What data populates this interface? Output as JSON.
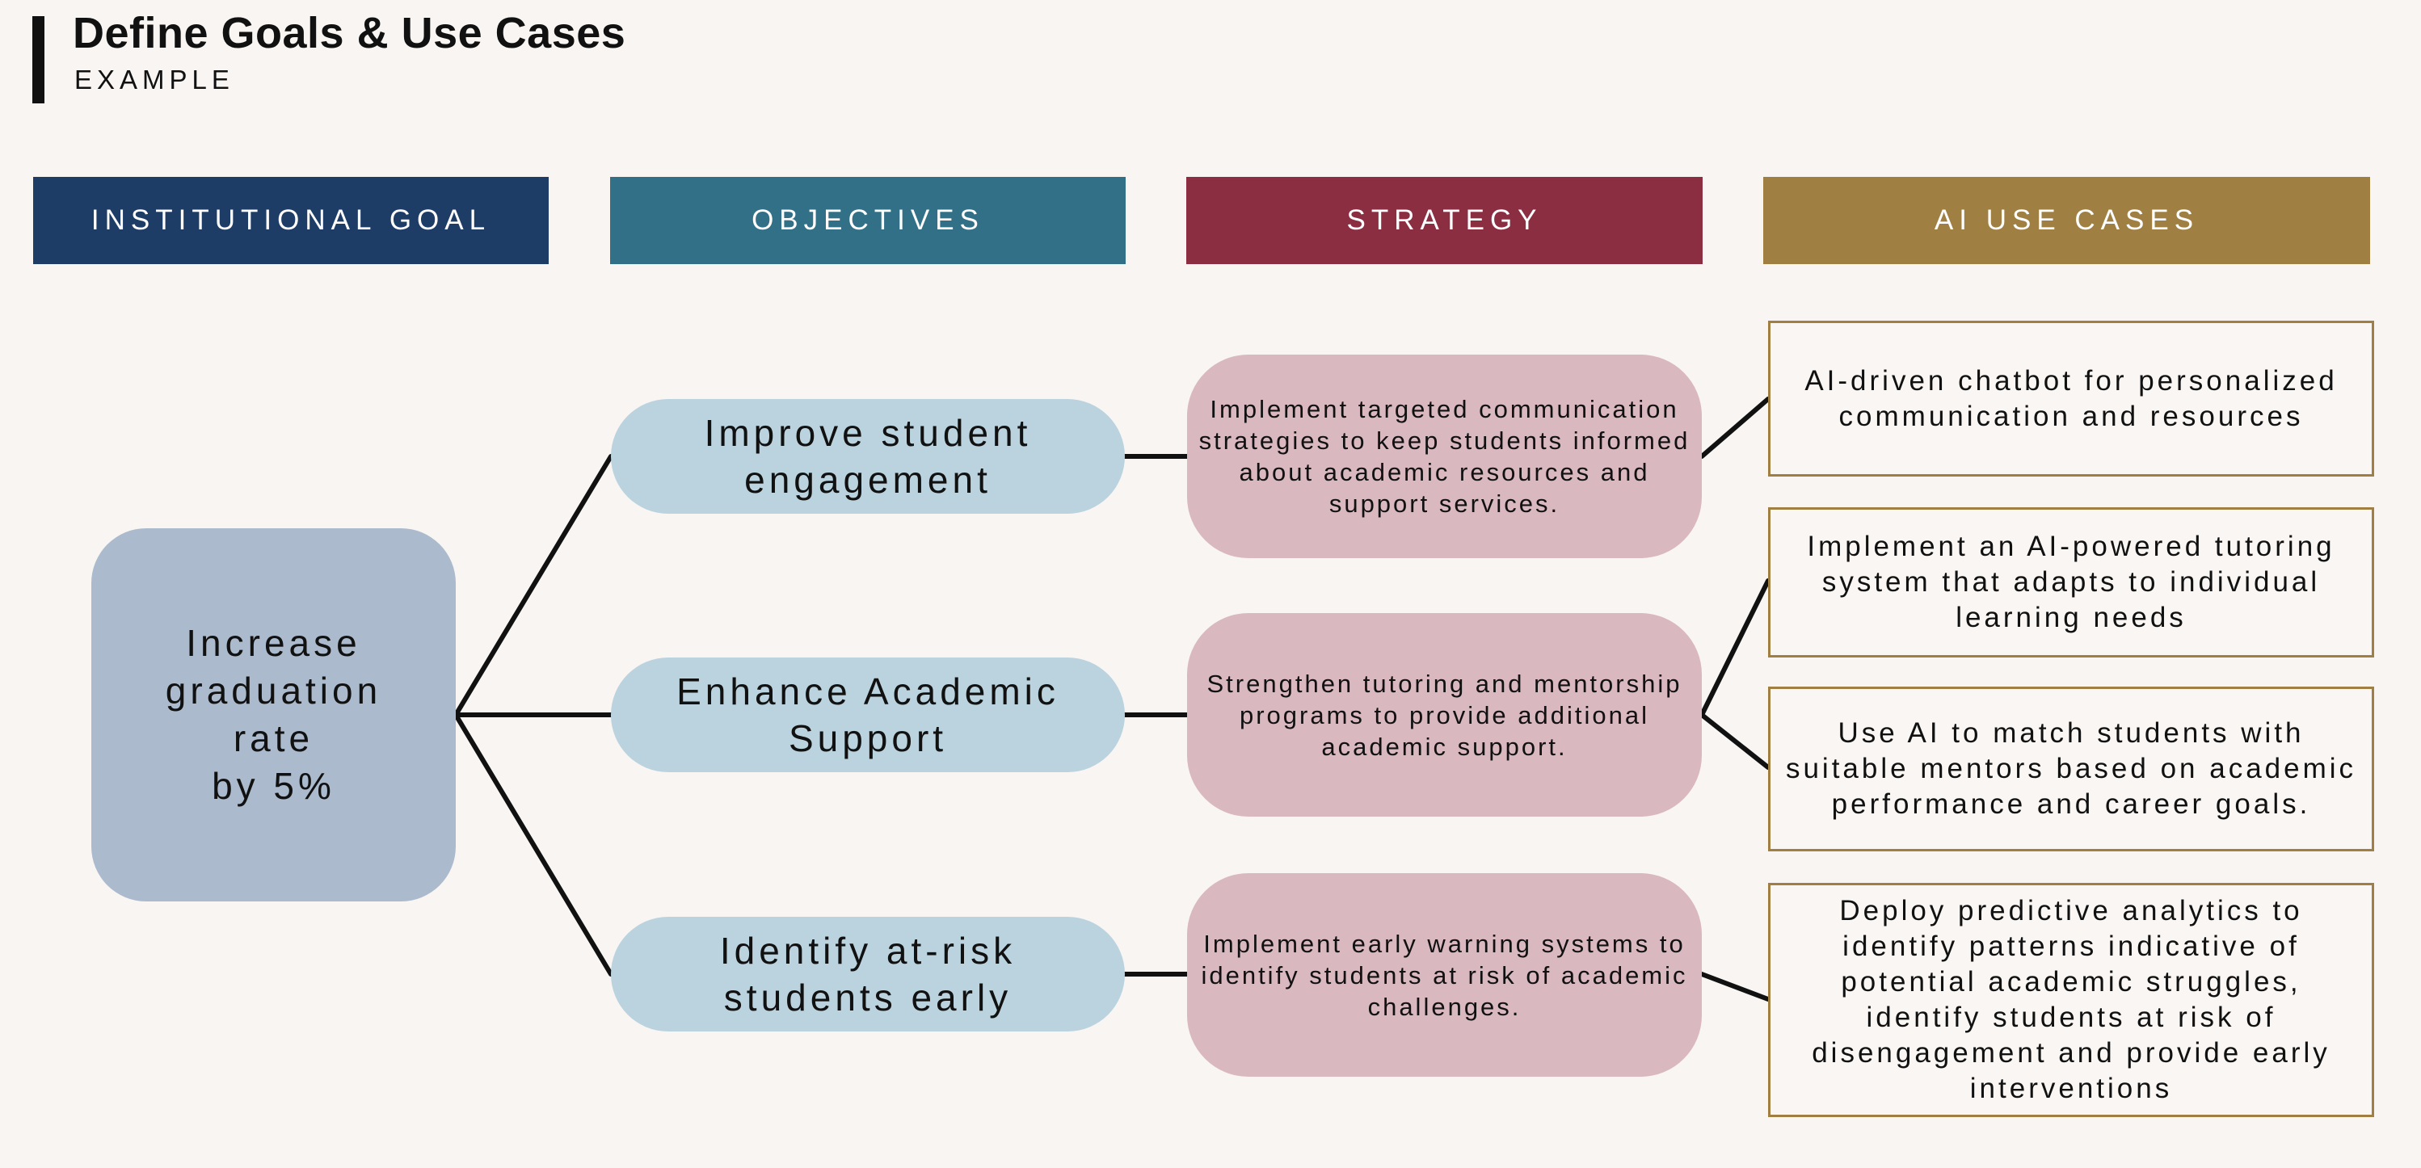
{
  "title": "Define Goals & Use Cases",
  "subtitle": "EXAMPLE",
  "colors": {
    "goal_header": "#1d3d67",
    "objectives_header": "#317086",
    "strategy_header": "#8b2e42",
    "ai_header": "#a07f42",
    "goal_box": "#abbbcd",
    "objective_box": "#bad3de",
    "strategy_box": "#d9b8c0",
    "use_case_border": "#a17f42",
    "background": "#f8f5f3"
  },
  "headers": {
    "goal": "INSTITUTIONAL GOAL",
    "objectives": "OBJECTIVES",
    "strategy": "STRATEGY",
    "ai_use_cases": "AI USE CASES"
  },
  "goal": "Increase\ngraduation\nrate\nby 5%",
  "objectives": [
    "Improve student engagement",
    "Enhance Academic Support",
    "Identify at-risk students early"
  ],
  "strategies": [
    "Implement targeted communication strategies to keep students informed about academic resources and support services.",
    "Strengthen tutoring and mentorship programs to provide additional academic support.",
    "Implement early warning systems to identify students at risk of academic challenges."
  ],
  "use_cases": [
    "AI-driven chatbot for personalized communication and resources",
    "Implement an AI-powered tutoring system that adapts to individual learning needs",
    "Use AI to match students with suitable mentors based on academic performance and career goals.",
    "Deploy predictive analytics to identify patterns indicative of potential academic struggles, identify students at risk of disengagement and provide early interventions"
  ]
}
